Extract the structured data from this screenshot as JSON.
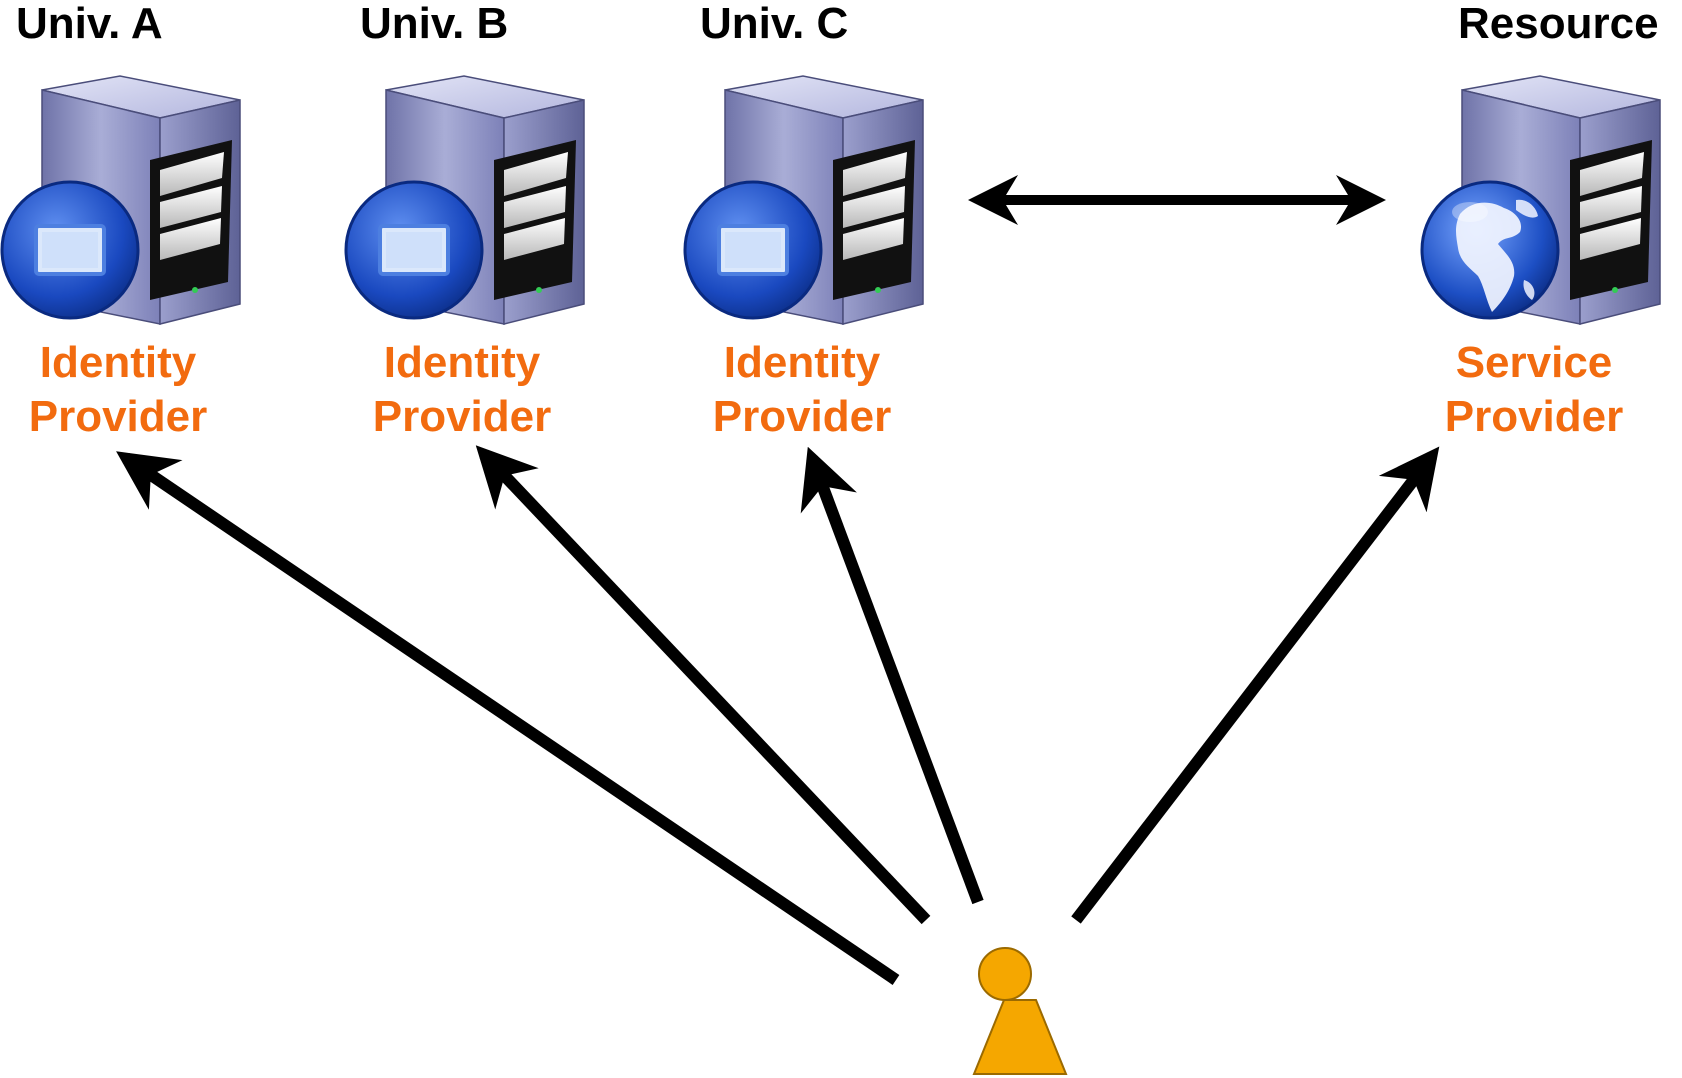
{
  "organizations": [
    {
      "name": "Univ. A",
      "role_line1": "Identity",
      "role_line2": "Provider",
      "icon": "monitor-icon"
    },
    {
      "name": "Univ. B",
      "role_line1": "Identity",
      "role_line2": "Provider",
      "icon": "monitor-icon"
    },
    {
      "name": "Univ. C",
      "role_line1": "Identity",
      "role_line2": "Provider",
      "icon": "monitor-icon"
    },
    {
      "name": "Resource",
      "role_line1": "Service",
      "role_line2": "Provider",
      "icon": "globe-icon"
    }
  ],
  "colors": {
    "role_text": "#f26b0f",
    "user_fill": "#f5a700",
    "arrow": "#000000"
  }
}
